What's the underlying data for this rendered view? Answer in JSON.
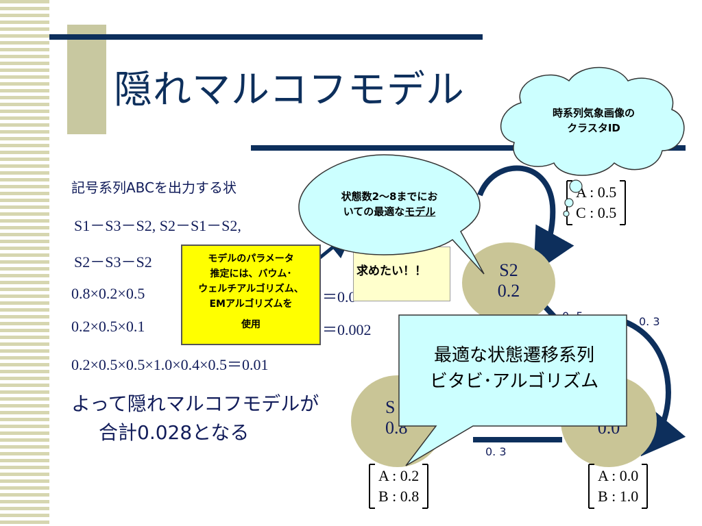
{
  "slide": {
    "title": "隠れマルコフモデル",
    "lines": [
      "記号系列ABCを出力する状",
      "S1－S3－S2, S2－S1－S2,",
      "S2－S3－S2",
      "0.8×0.2×0.5",
      "＝0.0",
      "0.2×0.5×0.1",
      "＝0.002",
      "0.2×0.5×0.5×1.0×0.4×0.5＝0.01"
    ],
    "conclusion_1": "よって隠れマルコフモデルが",
    "conclusion_2": "合計0.028となる"
  },
  "states": [
    {
      "name": "S2",
      "prob": "0.2",
      "matrix": [
        "A : 0.5",
        "C : 0.5"
      ]
    },
    {
      "name": "S",
      "prob": "0.8",
      "matrix": [
        "A : 0.2",
        "B : 0.8"
      ]
    },
    {
      "name": "",
      "prob": "0.0",
      "matrix": [
        "A : 0.0",
        "B : 1.0"
      ]
    }
  ],
  "transitions": [
    "0. 5",
    "0. 3",
    "0. 3"
  ],
  "callouts": {
    "cloud": [
      "時系列気象画像の",
      "クラスタID"
    ],
    "oval_line1": "状態数2～8までにお",
    "oval_line2_prefix": "いての最適な",
    "oval_line2_link": "モデル",
    "pale_note": "求めたい！！",
    "yellow_note": [
      "モデルのパラメータ",
      "推定には、バウム･",
      "ウェルチアルゴリズム、",
      "EMアルゴリズムを",
      "使用"
    ],
    "viterbi": [
      "最適な状態遷移系列",
      "ビタビ･アルゴリズム"
    ]
  },
  "colors": {
    "navy": "#0d2f5c",
    "text": "#111c5a",
    "node": "#c9c596",
    "callout_fill": "#ccffff",
    "note_yellow": "#ffff00"
  }
}
